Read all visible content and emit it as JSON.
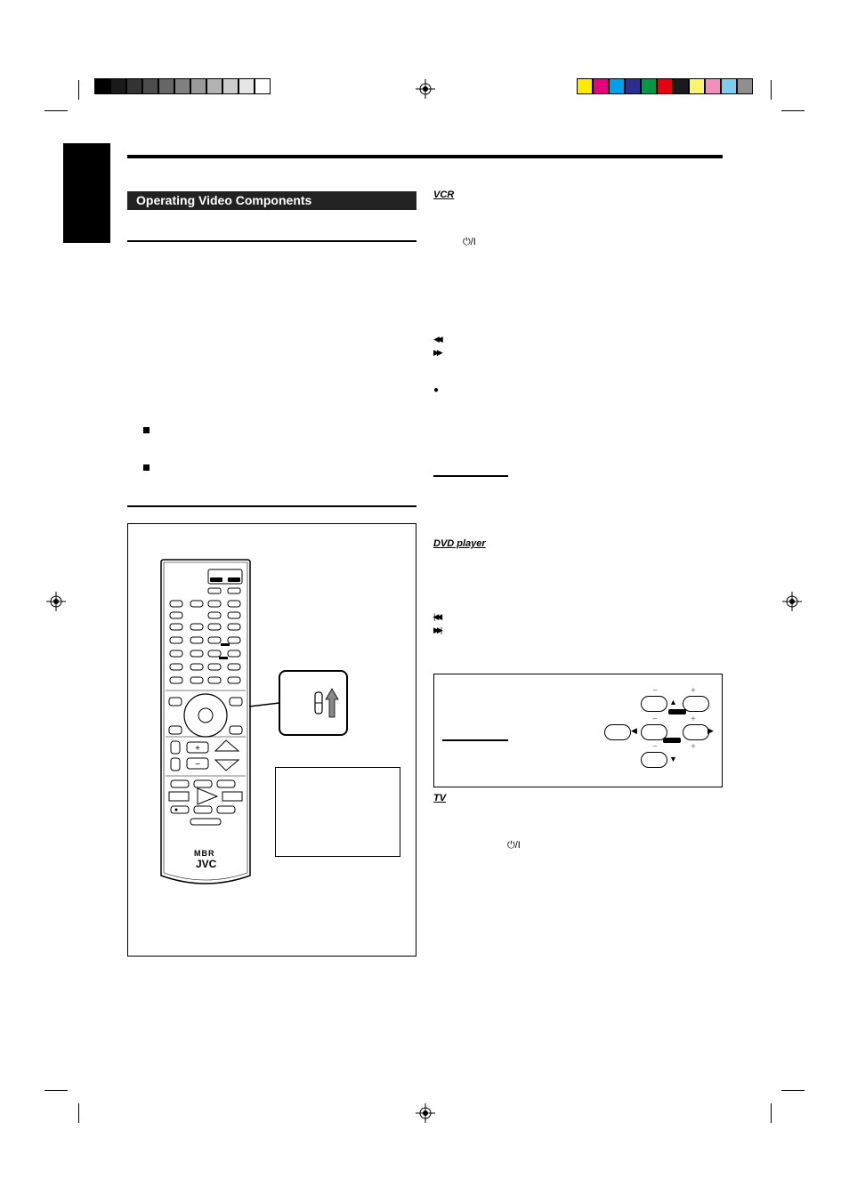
{
  "section": {
    "title": "Operating Video Components"
  },
  "headings": {
    "vcr": "VCR",
    "dvd": "DVD player",
    "tv": "TV"
  },
  "symbols": {
    "power": "⏻/I",
    "rew": "◀◀",
    "ff": "▶▶",
    "rec": "●",
    "prev": "|◀◀",
    "next": "▶▶|"
  },
  "remote": {
    "brand": "JVC",
    "logo_top": "MBR"
  },
  "colors": {
    "registration": [
      "#ffeb00",
      "#e4007f",
      "#00a0e9",
      "#2a2e8f",
      "#009944",
      "#e60012",
      "#1a1a1a",
      "#fff36b",
      "#f08fc0",
      "#7fcdee",
      "#8f8f8f"
    ],
    "grays": [
      "#000000",
      "#1a1a1a",
      "#333333",
      "#4d4d4d",
      "#666666",
      "#808080",
      "#999999",
      "#b3b3b3",
      "#cccccc",
      "#e6e6e6",
      "#ffffff"
    ]
  }
}
